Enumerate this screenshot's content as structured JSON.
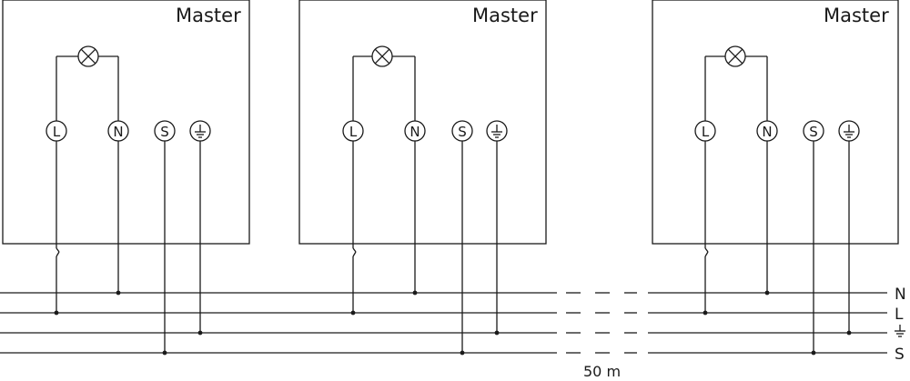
{
  "boxes": [
    {
      "title": "Master",
      "terminals": [
        "L",
        "N",
        "S",
        "earth"
      ]
    },
    {
      "title": "Master",
      "terminals": [
        "L",
        "N",
        "S",
        "earth"
      ]
    },
    {
      "title": "Master",
      "terminals": [
        "L",
        "N",
        "S",
        "earth"
      ]
    }
  ],
  "rails": [
    {
      "id": "N",
      "label": "N"
    },
    {
      "id": "L",
      "label": "L"
    },
    {
      "id": "PE",
      "label": ""
    },
    {
      "id": "S",
      "label": "S"
    }
  ],
  "distance_label": "50 m",
  "colors": {
    "stroke": "#1a1a1a",
    "background": "#ffffff"
  }
}
